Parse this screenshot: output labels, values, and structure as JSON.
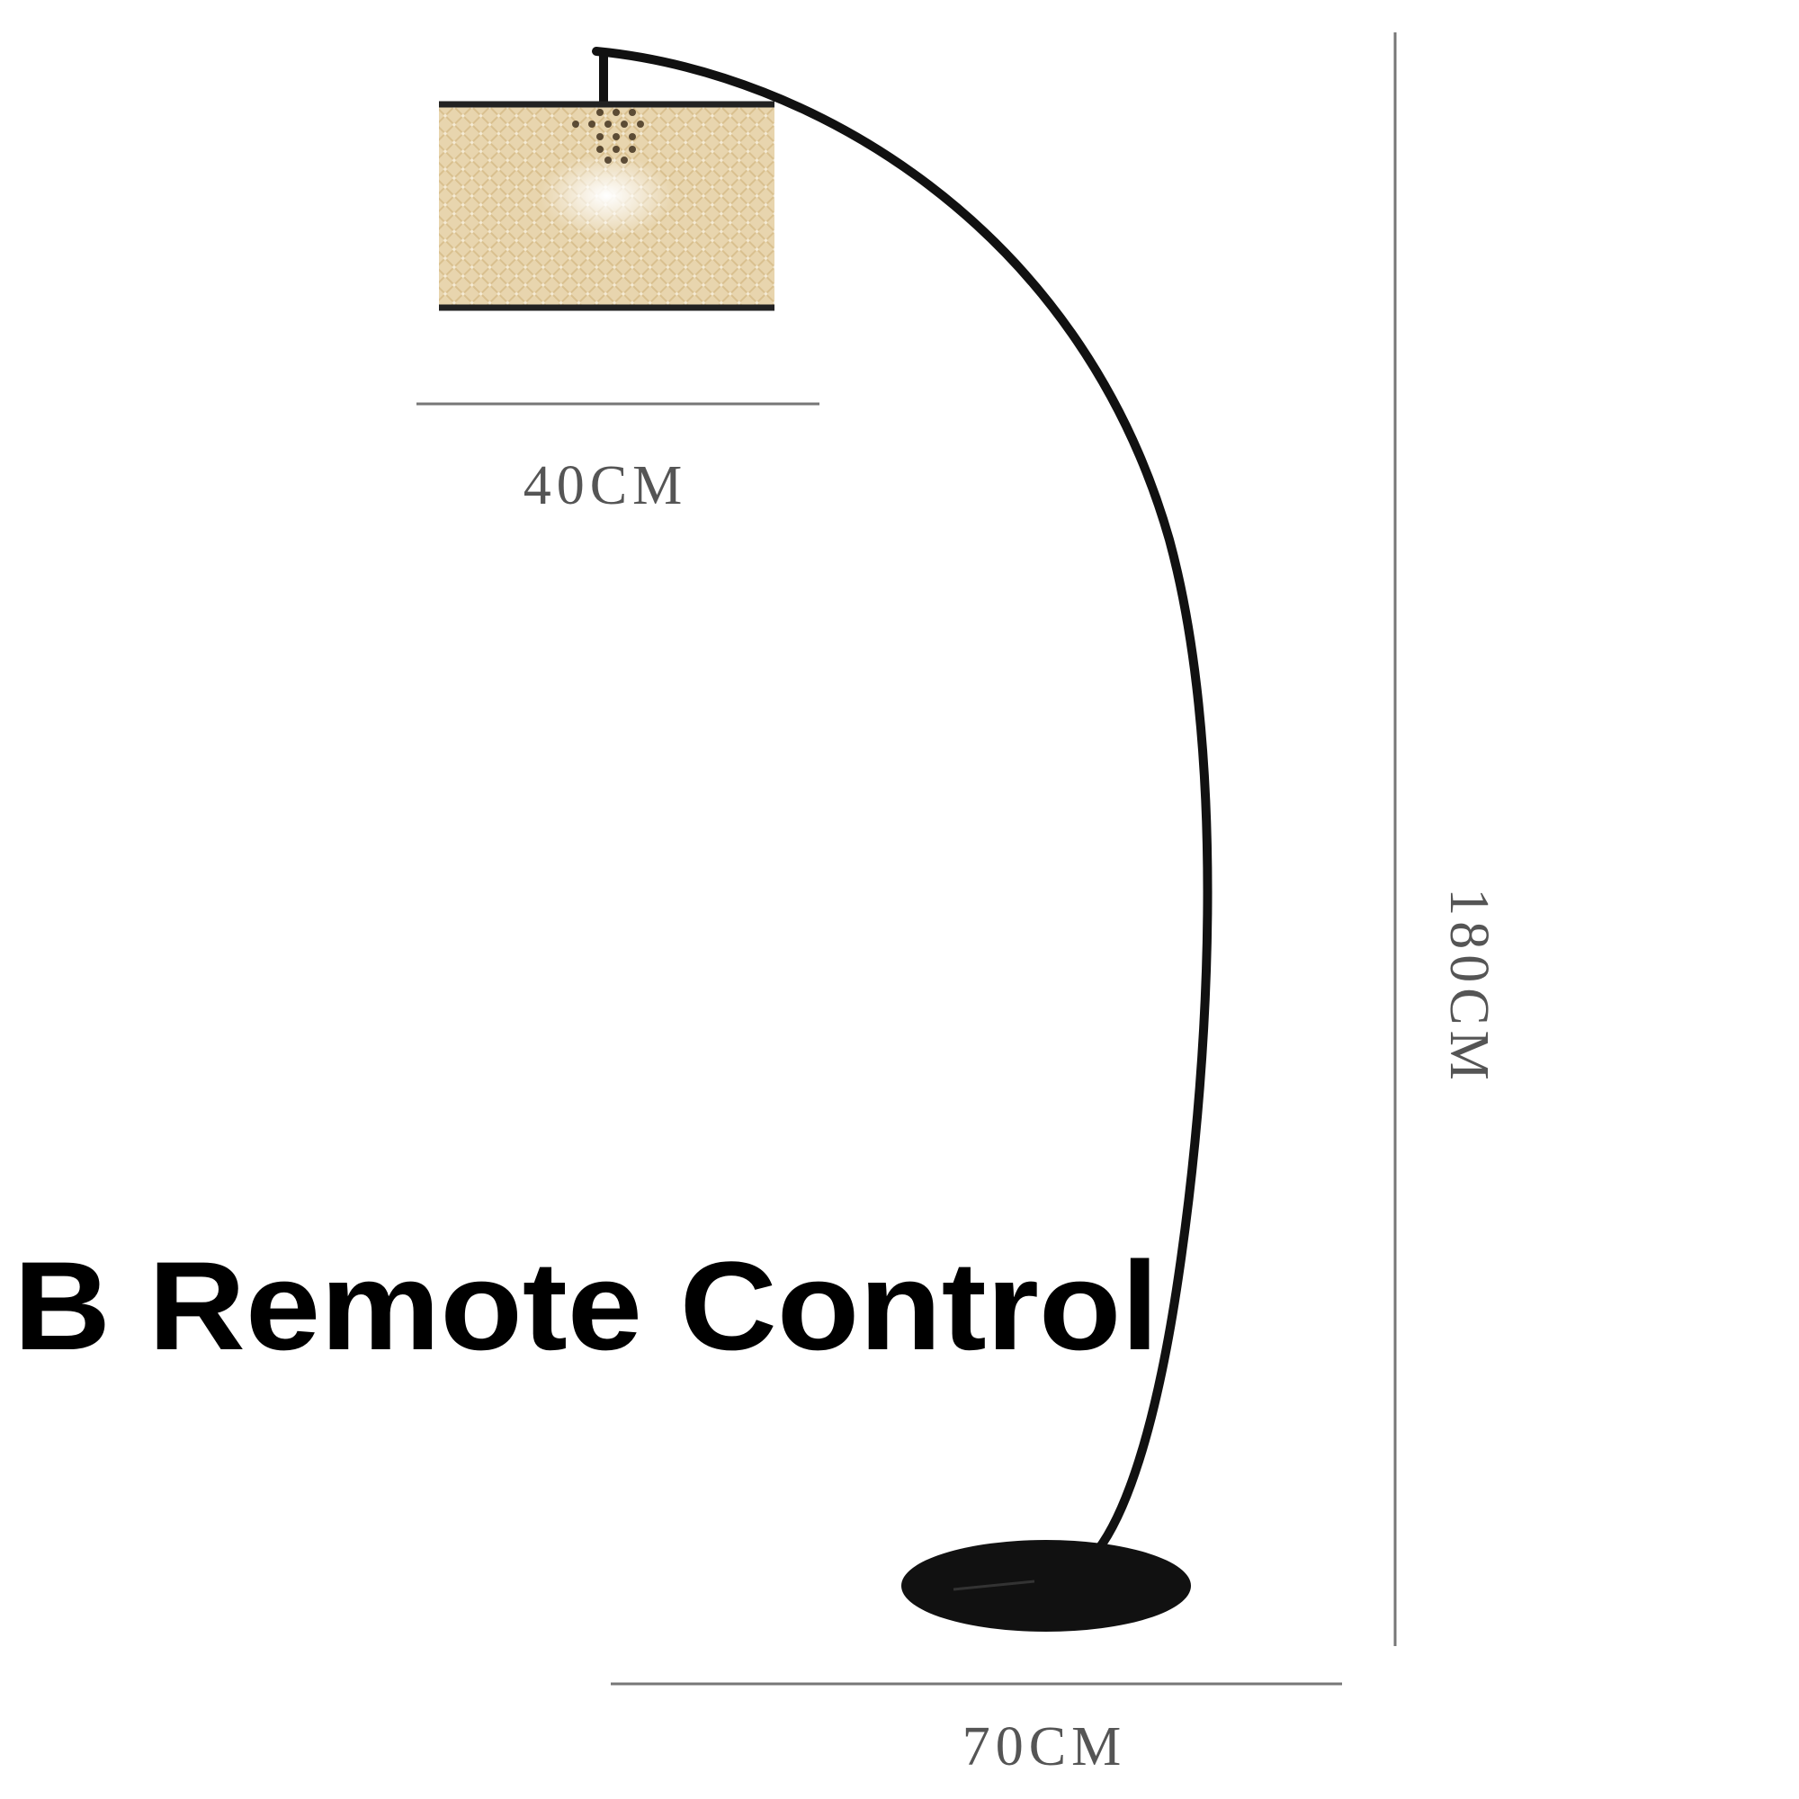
{
  "product": {
    "variant_caption": "B Remote Control",
    "dimensions": {
      "shade_width": "40CM",
      "height": "180CM",
      "base_span": "70CM"
    }
  },
  "colors": {
    "frame": "#111111",
    "rattan": "#e6d3ac",
    "dimension_line": "#777777"
  }
}
